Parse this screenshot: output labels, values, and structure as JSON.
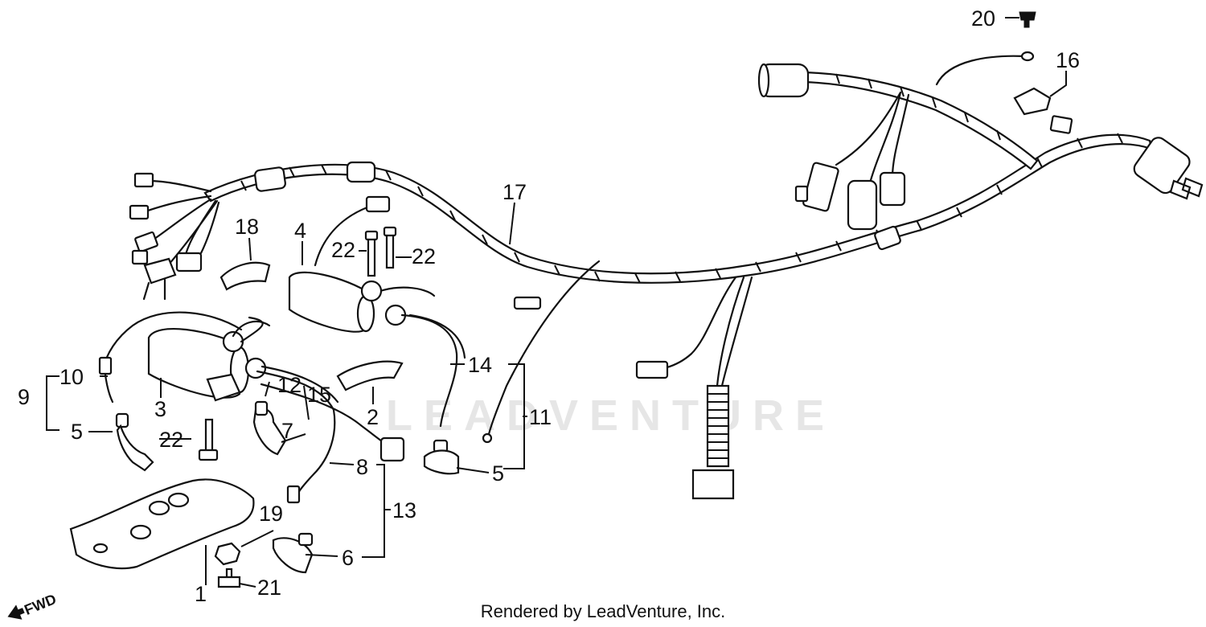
{
  "watermark": "LEADVENTURE",
  "footer": "Rendered by LeadVenture, Inc.",
  "fwd_label": "FWD",
  "callouts": {
    "n1": "1",
    "n2": "2",
    "n3": "3",
    "n4": "4",
    "n5a": "5",
    "n5b": "5",
    "n6": "6",
    "n7": "7",
    "n8": "8",
    "n9": "9",
    "n10": "10",
    "n11": "11",
    "n12": "12",
    "n13": "13",
    "n14": "14",
    "n15": "15",
    "n16": "16",
    "n17": "17",
    "n18": "18",
    "n19": "19",
    "n20": "20",
    "n21": "21",
    "n22a": "22",
    "n22b": "22",
    "n22c": "22"
  }
}
